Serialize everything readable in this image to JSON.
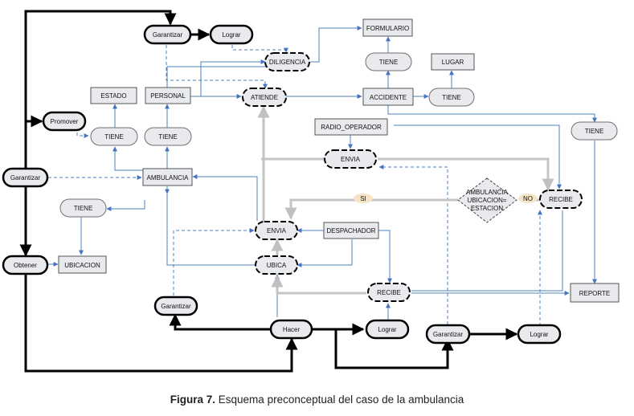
{
  "caption": {
    "label": "Figura 7.",
    "text": " Esquema preconceptual del caso de la ambulancia"
  },
  "nodes": {
    "garantizar_top": "Garantizar",
    "lograr_top": "Lograr",
    "diligencia": "DILIGENCIA",
    "formulario": "FORMULARIO",
    "tiene_form": "TIENE",
    "lugar": "LUGAR",
    "estado": "ESTADO",
    "personal": "PERSONAL",
    "atiende": "ATIENDE",
    "accidente": "ACCIDENTE",
    "tiene_lugar": "TIENE",
    "promover": "Promover",
    "tiene_estado": "TIENE",
    "tiene_personal": "TIENE",
    "radio_operador": "RADIO_OPERADOR",
    "tiene_reporte": "TIENE",
    "garantizar_left": "Garantizar",
    "ambulancia": "AMBULANCIA",
    "envia_top": "ENVIA",
    "decision": [
      "AMBULANCIA",
      "UBICACION=",
      "ESTACION"
    ],
    "si": "SI",
    "no": "NO",
    "recibe_right": "RECIBE",
    "tiene_ubic": "TIENE",
    "envia_mid": "ENVIA",
    "despachador": "DESPACHADOR",
    "obtener": "Obtener",
    "ubicacion": "UBICACION",
    "ubica": "UBICA",
    "recibe_bottom": "RECIBE",
    "reporte": "REPORTE",
    "garantizar_bl": "Garantizar",
    "hacer": "Hacer",
    "lograr_bottom": "Lograr",
    "garantizar_br": "Garantizar",
    "lograr_br": "Lograr"
  }
}
